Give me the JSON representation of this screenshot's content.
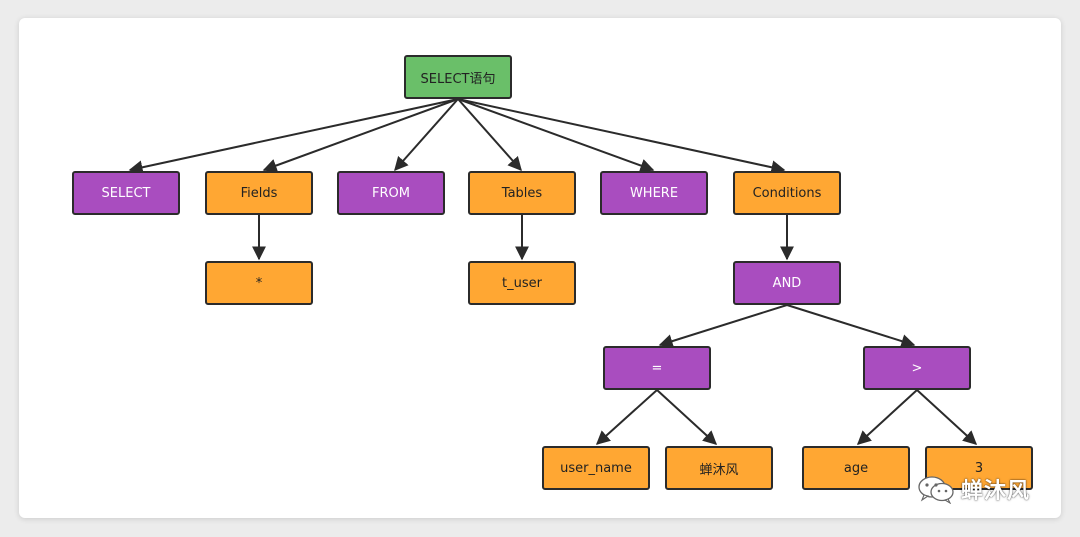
{
  "diagram": {
    "root": {
      "label": "SELECT语句",
      "color": "#6abf69"
    },
    "level1": [
      {
        "label": "SELECT",
        "color": "#a94dbf"
      },
      {
        "label": "Fields",
        "color": "#ffa733"
      },
      {
        "label": "FROM",
        "color": "#a94dbf"
      },
      {
        "label": "Tables",
        "color": "#ffa733"
      },
      {
        "label": "WHERE",
        "color": "#a94dbf"
      },
      {
        "label": "Conditions",
        "color": "#ffa733"
      }
    ],
    "fields_child": {
      "label": "*"
    },
    "tables_child": {
      "label": "t_user"
    },
    "conditions_child": {
      "label": "AND"
    },
    "and_children": [
      {
        "label": "="
      },
      {
        "label": ">"
      }
    ],
    "eq_children": [
      {
        "label": "user_name"
      },
      {
        "label": "蝉沐风"
      }
    ],
    "gt_children": [
      {
        "label": "age"
      },
      {
        "label": "3"
      }
    ]
  },
  "watermark": {
    "text": "蝉沐风",
    "icon": "wechat-icon"
  }
}
